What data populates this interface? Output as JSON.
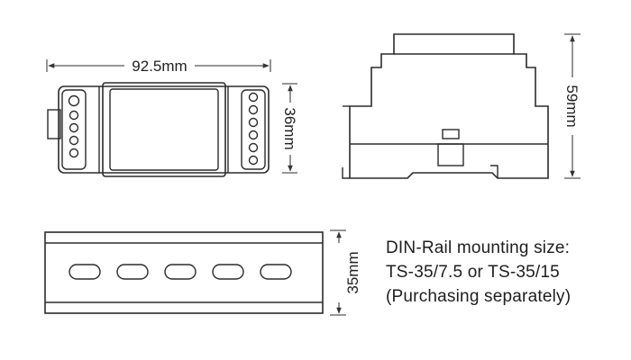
{
  "dimensions": {
    "top_width": "92.5mm",
    "top_height": "36mm",
    "side_height": "59mm",
    "rail_height": "35mm"
  },
  "note": {
    "line1": "DIN-Rail mounting size:",
    "line2": "TS-35/7.5 or TS-35/15",
    "line3": "(Purchasing separately)"
  }
}
